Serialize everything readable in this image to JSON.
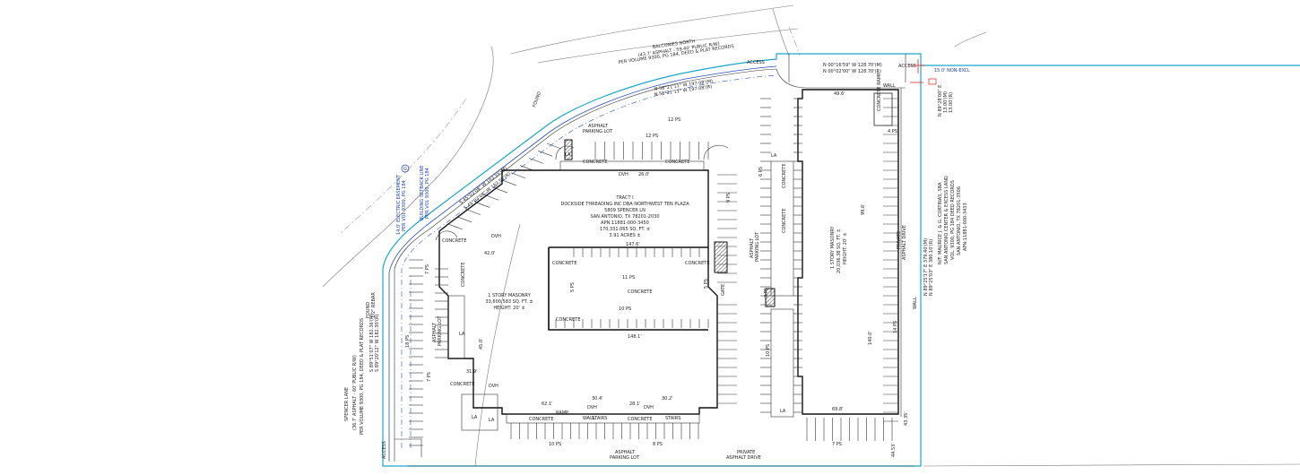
{
  "streets": {
    "north_name": "BALCONIES NORTH",
    "north_row": "(43.7' ASPHALT - 59.40' PUBLIC R/W)",
    "north_record": "PER VOLUME 9300, PG 184, DEED & PLAT RECORDS",
    "west_name": "SPENCER LANE",
    "west_row": "(36.7' ASPHALT - 60' PUBLIC R/W)",
    "west_record": "PER VOLUME 9300, PG 184, DEED & PLAT RECORDS"
  },
  "easement": {
    "marker": "G",
    "line1": "14.0' ELECTRIC EASEMENT",
    "line2": "PER VOL 9300, PG 184",
    "line3": "BUILDING SETBACK LINE",
    "line4": "PER VOL 9300, PG 184"
  },
  "tract": {
    "line1": "TRACT I",
    "line2": "DOCKSIDE THREADING INC DBA NORTHWEST TEN PLAZA",
    "line3": "5809 SPENCER LN",
    "line4": "SAN ANTONIO, TX 78201-2030",
    "line5": "APN:11881-000-3450",
    "line6": "170,331.065 SQ. FT. ±",
    "line7": "3.91 ACRES ±"
  },
  "building_west": {
    "line1": "1 STORY MASONRY",
    "line2": "33,600.583 SQ. FT. ±",
    "line3": "HEIGHT: 20' ±"
  },
  "building_east": {
    "line1": "1 STORY MASONRY",
    "line2": "20,036.38 SQ. FT. ±",
    "line3": "HEIGHT: 20' ±"
  },
  "neighbor": {
    "line1": "N/F: MAURICE J. & G. CORTINAS, SBA",
    "line2": "SAN ANTONIO CENTER & EXCESS LAND",
    "line3": "VOL. 9300, PG 184 DEED RECORDS",
    "line4": "SAN ANTONIO, TX 78201-3506",
    "line5": "APN:11881-000-3433"
  },
  "bearings": {
    "north_1": "N 00°16'59\" W  128.70'(M)",
    "north_2": "N 00°02'00\" W  128.70'(R)",
    "arc_1": "N 58°21'11\" W  197.08'(M)",
    "arc_2": "N 58°21'11\" W  197.08'(R)",
    "west_1": "S 45°03'08\" W  163.55'(M)",
    "west_2": "S 45°03'08\" W  163.55'(R)",
    "spencer_1": "S 89°51'07\" W  182.36'(M)",
    "spencer_2": "S 89°20'12\" W  182.30'(R)",
    "east_1": "N 89°25'17\" E  379.40'(M)",
    "east_2": "N 89°25'03\" E  380.10'(R)",
    "ne_1": "N 89°28'00\" E",
    "ne_2": "13.00'(M)",
    "ne_3": "13.00'(R)"
  },
  "labels": {
    "access": "ACCESS",
    "found_rebar": "FOUND",
    "found_rebar_2": "1/2\" REBAR",
    "nonex": "15.0' NON-EXCL",
    "concrete": "CONCRETE",
    "la": "LA",
    "dvh": "DVH",
    "ramp": "RAMP",
    "wall": "WALL",
    "stairs": "STAIRS",
    "gate": "GATE",
    "asphalt": "ASPHALT",
    "parking_lot": "PARKING LOT",
    "private": "PRIVATE",
    "asphalt_drive": "ASPHALT DRIVE",
    "concrete_ramp": "CONCRETE RAMP"
  },
  "counts": {
    "ps_12": "12 PS",
    "ps_11": "11 PS",
    "ps_10": "10 PS",
    "ps_9": "9 PS",
    "ps_8": "8 PS",
    "ps_7": "7 PS",
    "ps_6": "6 PS",
    "ps_5": "5 PS",
    "ps_4": "4 PS",
    "ps_3": "3 PS",
    "ps_14": "14 PS",
    "ps_18": "18 PS",
    "ps_10b": "10 PS"
  },
  "dims": {
    "d147": "147.6'",
    "d148": "148.1'",
    "d62": "62.1'",
    "d30": "30.4'",
    "d28": "28.1'",
    "d31": "31.9'",
    "d49": "49.6'",
    "d99": "99.6'",
    "d140": "140.0'",
    "d69": "69.8'",
    "d42": "42.0'",
    "d26": "26.0'",
    "d30b": "30.2'",
    "d45": "45.0'",
    "d44": "44.53'",
    "d43": "43.35'"
  }
}
